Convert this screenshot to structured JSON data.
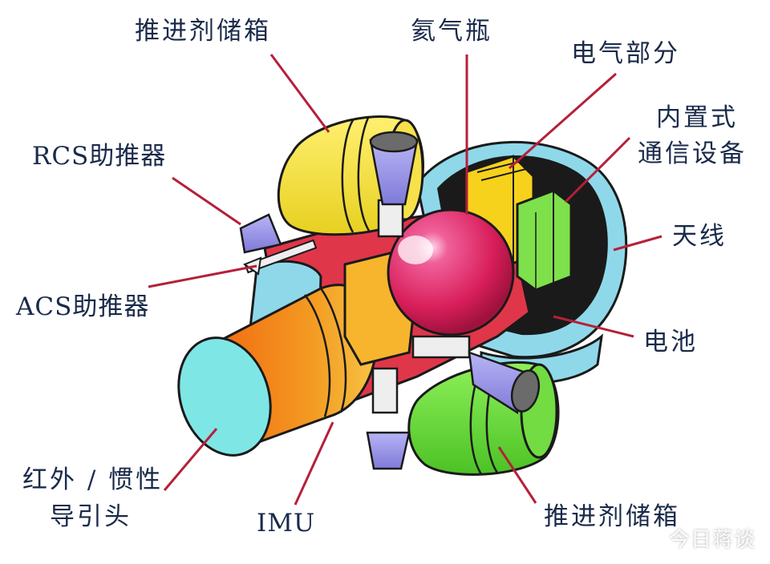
{
  "labels": {
    "propellant_tank_top": "推进剂储箱",
    "helium_bottle": "氦气瓶",
    "electrical_part": "电气部分",
    "comm_equipment_line1": "内置式",
    "comm_equipment_line2": "通信设备",
    "rcs_thruster": "RCS助推器",
    "antenna": "天线",
    "acs_thruster": "ACS助推器",
    "battery": "电池",
    "ir_seeker_line1": "红外 / 惯性",
    "ir_seeker_line2": "导引头",
    "imu": "IMU",
    "propellant_tank_bottom": "推进剂储箱"
  },
  "watermark": "今日蒋谈",
  "colors": {
    "leader_line": "#b5203a",
    "tank_yellow": "#f3e24a",
    "tank_green": "#6ddc3a",
    "sphere_pink": "#e0306a",
    "seeker_orange": "#f08a1a",
    "seeker_cyan": "#7fe6e6",
    "shell_blue": "#8fd8ea",
    "thruster_purple": "#9a96e8",
    "label_text": "#1a2a4a"
  }
}
